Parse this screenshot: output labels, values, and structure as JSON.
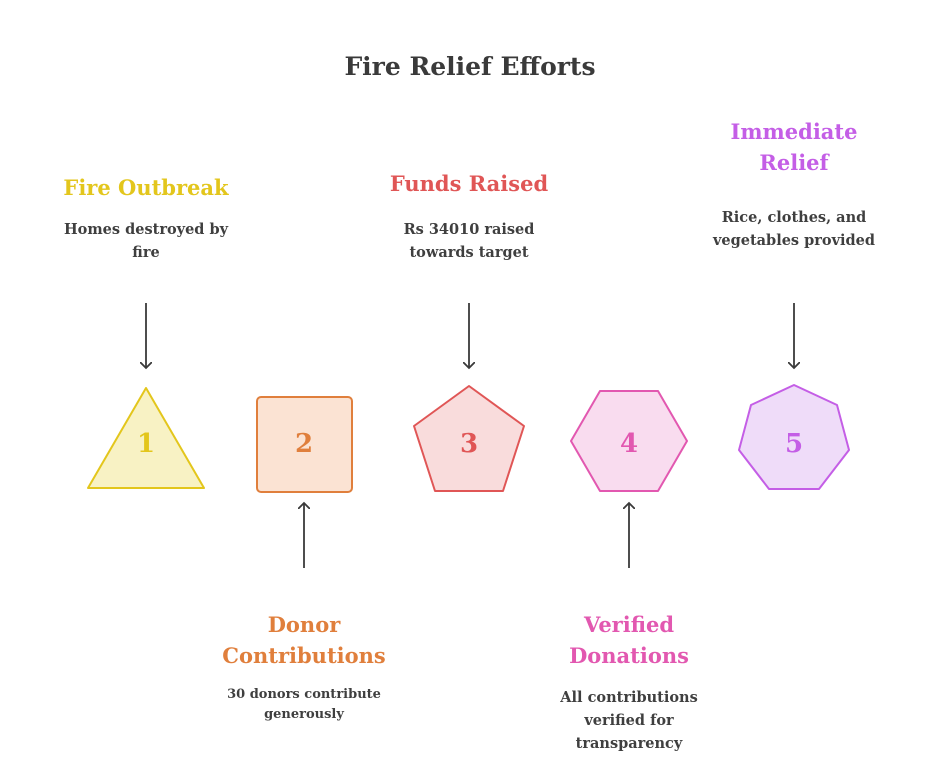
{
  "title": "Fire Relief Efforts",
  "colors": {
    "step1": "#e3c61c",
    "step2": "#e07f3c",
    "step3": "#e05656",
    "step4": "#e258b0",
    "step5": "#c45ee6",
    "arrow": "#3a3a3a",
    "text": "#3f3f3f"
  },
  "steps": [
    {
      "number": "1",
      "shape": "triangle",
      "title_lines": [
        "Fire Outbreak"
      ],
      "description_lines": [
        "Homes destroyed by",
        "fire"
      ],
      "label_position": "top"
    },
    {
      "number": "2",
      "shape": "square",
      "title_lines": [
        "Donor",
        "Contributions"
      ],
      "description_lines": [
        "30 donors contribute",
        "generously"
      ],
      "label_position": "bottom"
    },
    {
      "number": "3",
      "shape": "pentagon",
      "title_lines": [
        "Funds Raised"
      ],
      "description_lines": [
        "Rs 34010 raised",
        "towards target"
      ],
      "label_position": "top"
    },
    {
      "number": "4",
      "shape": "hexagon",
      "title_lines": [
        "Verified",
        "Donations"
      ],
      "description_lines": [
        "All contributions",
        "verified for",
        "transparency"
      ],
      "label_position": "bottom"
    },
    {
      "number": "5",
      "shape": "heptagon",
      "title_lines": [
        "Immediate",
        "Relief"
      ],
      "description_lines": [
        "Rice, clothes, and",
        "vegetables provided"
      ],
      "label_position": "top"
    }
  ]
}
